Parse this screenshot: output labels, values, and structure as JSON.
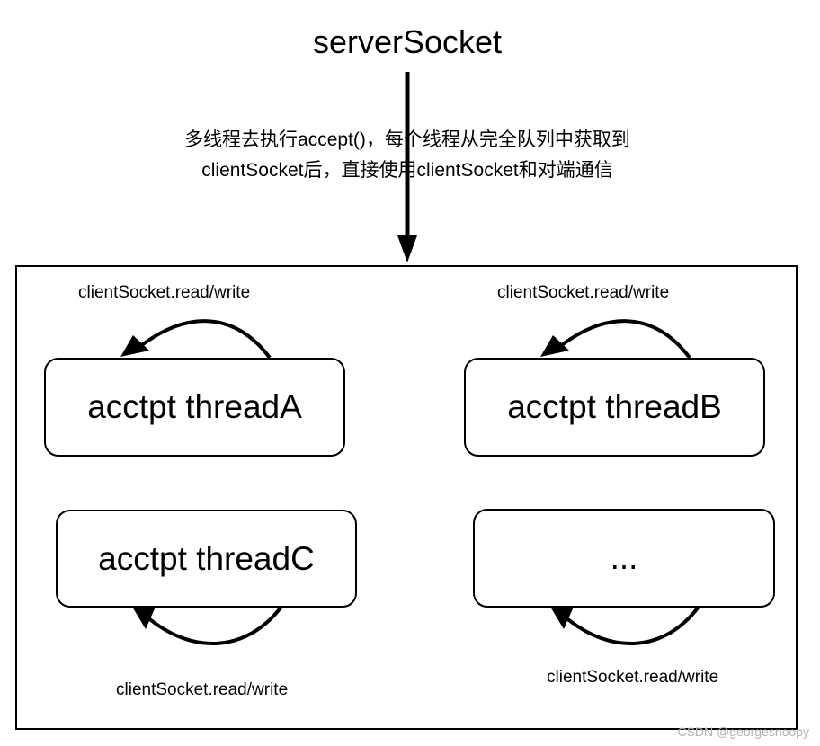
{
  "title": "serverSocket",
  "description": {
    "line1": "多线程去执行accept()，每个线程从完全队列中获取到",
    "line2": "clientSocket后，直接使用clientSocket和对端通信"
  },
  "threads": [
    {
      "label": "acctpt threadA",
      "rw_label": "clientSocket.read/write"
    },
    {
      "label": "acctpt threadB",
      "rw_label": "clientSocket.read/write"
    },
    {
      "label": "acctpt threadC",
      "rw_label": "clientSocket.read/write"
    },
    {
      "label": "...",
      "rw_label": "clientSocket.read/write"
    }
  ],
  "watermark": "CSDN @georgesnoopy"
}
